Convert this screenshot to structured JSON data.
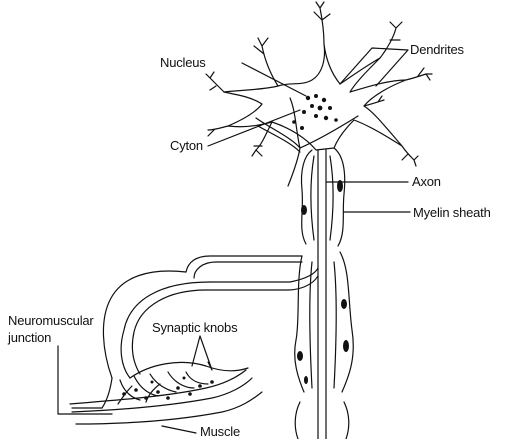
{
  "labels": {
    "nucleus": "Nucleus",
    "dendrites": "Dendrites",
    "cyton": "Cyton",
    "axon": "Axon",
    "myelin_sheath": "Myelin sheath",
    "neuromuscular_line1": "Neuromuscular",
    "neuromuscular_line2": "junction",
    "synaptic_knobs": "Synaptic knobs",
    "muscle": "Muscle"
  },
  "colors": {
    "ink": "#111111",
    "background": "#ffffff"
  }
}
